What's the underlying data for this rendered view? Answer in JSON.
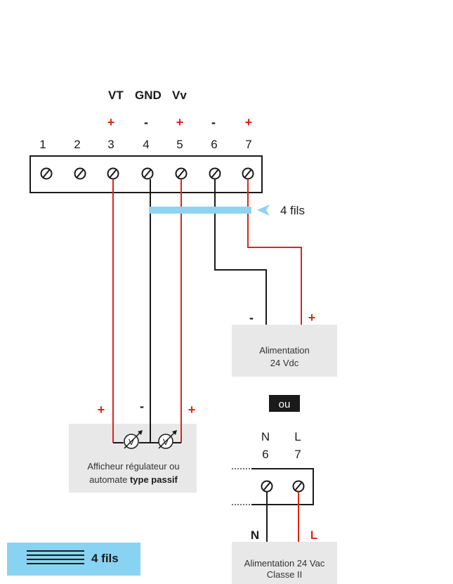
{
  "header": {
    "signal_labels": [
      "VT",
      "GND",
      "Vv"
    ],
    "polarities": [
      "+",
      "-",
      "+",
      "-",
      "+"
    ],
    "terminal_numbers": [
      "1",
      "2",
      "3",
      "4",
      "5",
      "6",
      "7"
    ]
  },
  "bundle_label": "4 fils",
  "supply_dc": {
    "minus": "-",
    "plus": "+",
    "line1": "Alimentation",
    "line2": "24 Vdc"
  },
  "or_label": "ou",
  "supply_ac": {
    "n_label": "N",
    "l_label": "L",
    "n_number": "6",
    "l_number": "7",
    "bottom_n": "N",
    "bottom_l": "L",
    "line1": "Alimentation 24 Vac",
    "line2": "Classe II"
  },
  "display": {
    "plus_left": "+",
    "minus": "-",
    "plus_right": "+",
    "meter_symbol": "V",
    "line1": "Afficheur régulateur ou",
    "line2_normal": "automate ",
    "line2_bold": "type passif"
  },
  "legend": {
    "label": "4 fils"
  },
  "colors": {
    "red": "#e2231a",
    "black": "#1a1a1a",
    "bundle": "#8ed3f0",
    "box_gray": "#e8e8e8",
    "legend_bg": "#89d3f2"
  }
}
